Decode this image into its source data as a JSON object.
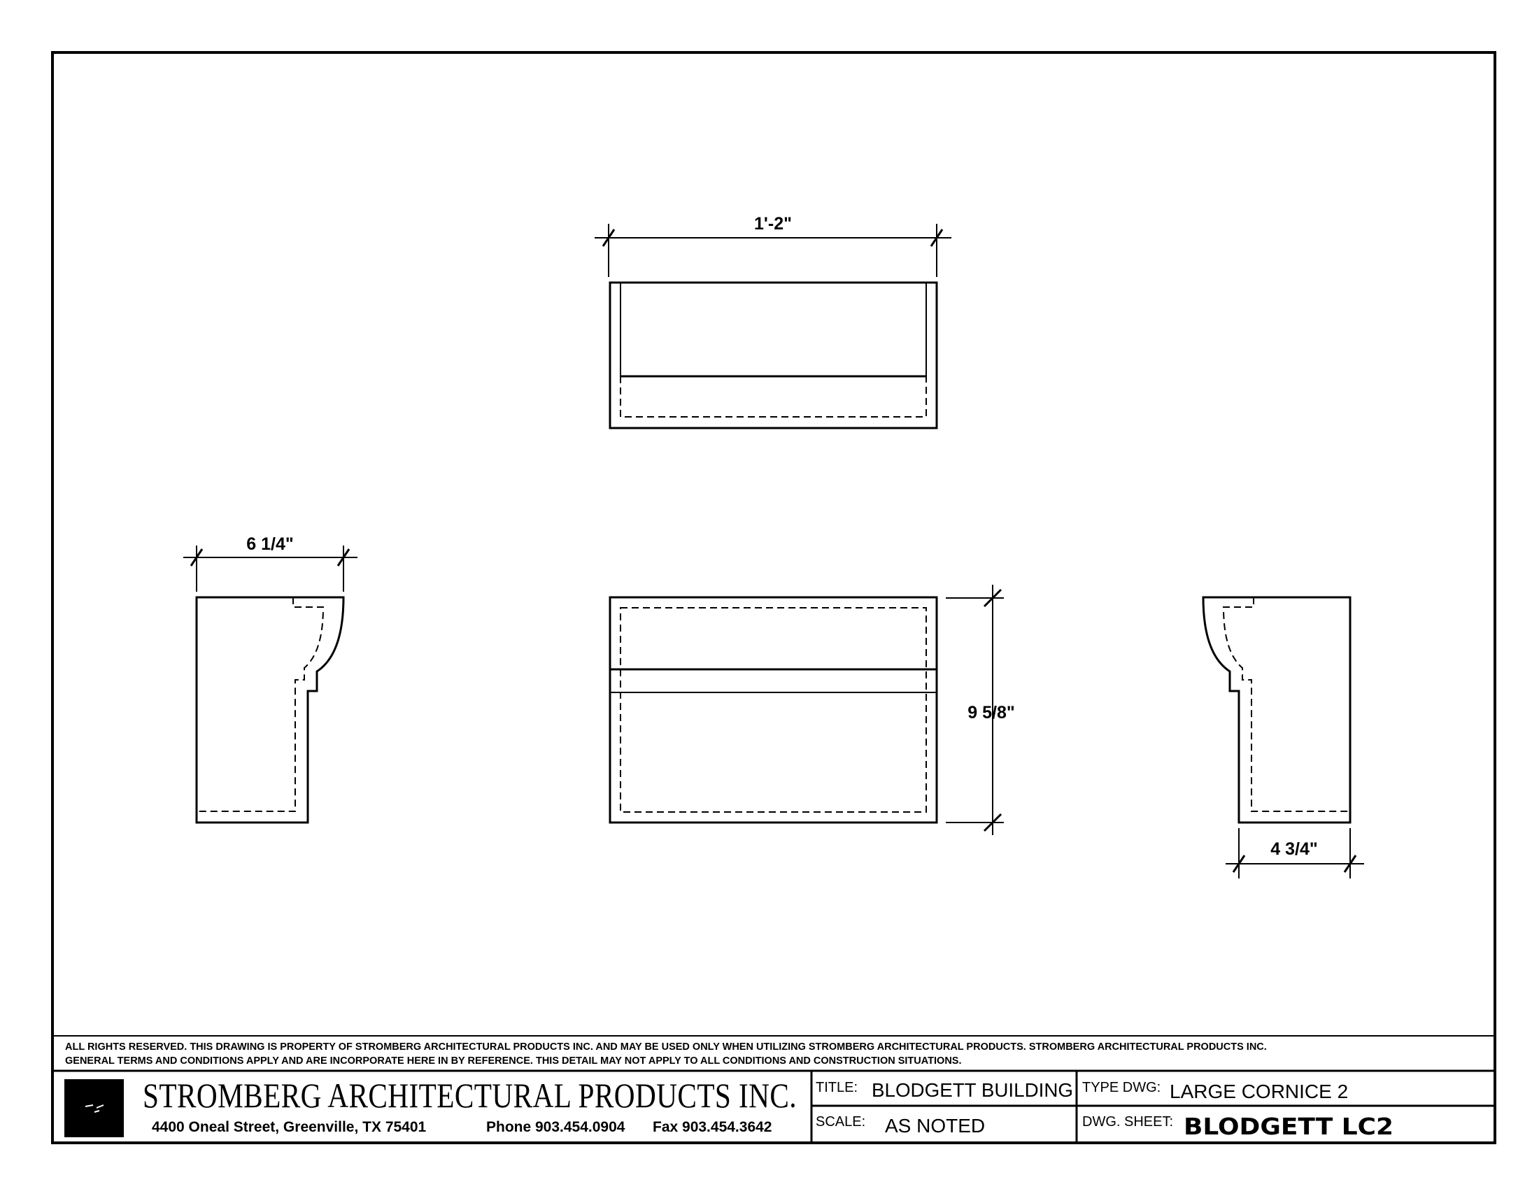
{
  "dimensions": {
    "top_width": "1'-2\"",
    "left_depth": "6 1/4\"",
    "front_height": "9 5/8\"",
    "right_depth": "4 3/4\""
  },
  "notes": {
    "line1": "ALL RIGHTS RESERVED. THIS DRAWING IS PROPERTY OF STROMBERG ARCHITECTURAL PRODUCTS INC. AND MAY BE USED ONLY WHEN UTILIZING STROMBERG ARCHITECTURAL PRODUCTS.  STROMBERG ARCHITECTURAL PRODUCTS INC.",
    "line2": "GENERAL TERMS AND CONDITIONS APPLY AND ARE INCORPORATE HERE IN BY REFERENCE.  THIS DETAIL MAY NOT APPLY TO ALL CONDITIONS AND CONSTRUCTION SITUATIONS."
  },
  "company": {
    "name": "STROMBERG ARCHITECTURAL PRODUCTS INC.",
    "address": "4400 Oneal Street, Greenville, TX  75401",
    "phone": "Phone 903.454.0904",
    "fax": "Fax 903.454.3642"
  },
  "title_block": {
    "title_label": "TITLE:",
    "title_value": "BLODGETT BUILDING",
    "scale_label": "SCALE:",
    "scale_value": "AS NOTED",
    "type_label": "TYPE DWG:",
    "type_value": "LARGE CORNICE 2",
    "sheet_label": "DWG. SHEET:",
    "sheet_value": "BLODGETT LC2"
  }
}
